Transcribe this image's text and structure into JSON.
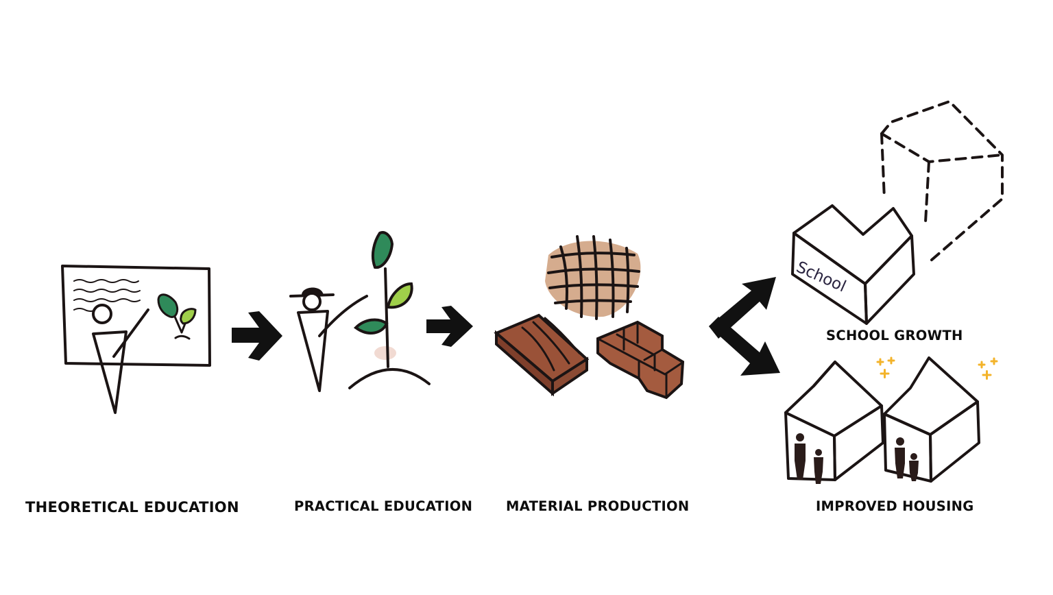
{
  "stages": {
    "theoretical": {
      "label": "THEORETICAL EDUCATION"
    },
    "practical": {
      "label": "PRACTICAL EDUCATION"
    },
    "material": {
      "label": "MATERIAL PRODUCTION"
    },
    "school_growth": {
      "label": "SCHOOL GROWTH",
      "sign_text": "School"
    },
    "housing": {
      "label": "IMPROVED HOUSING"
    }
  },
  "colors": {
    "ink": "#1b1414",
    "leaf_dark": "#2f8a5a",
    "leaf_light": "#9fcf4a",
    "wood": "#9a5238",
    "wood_light": "#b46a4a",
    "thatch_wash": "#c79068",
    "sparkle": "#f3b32a"
  }
}
